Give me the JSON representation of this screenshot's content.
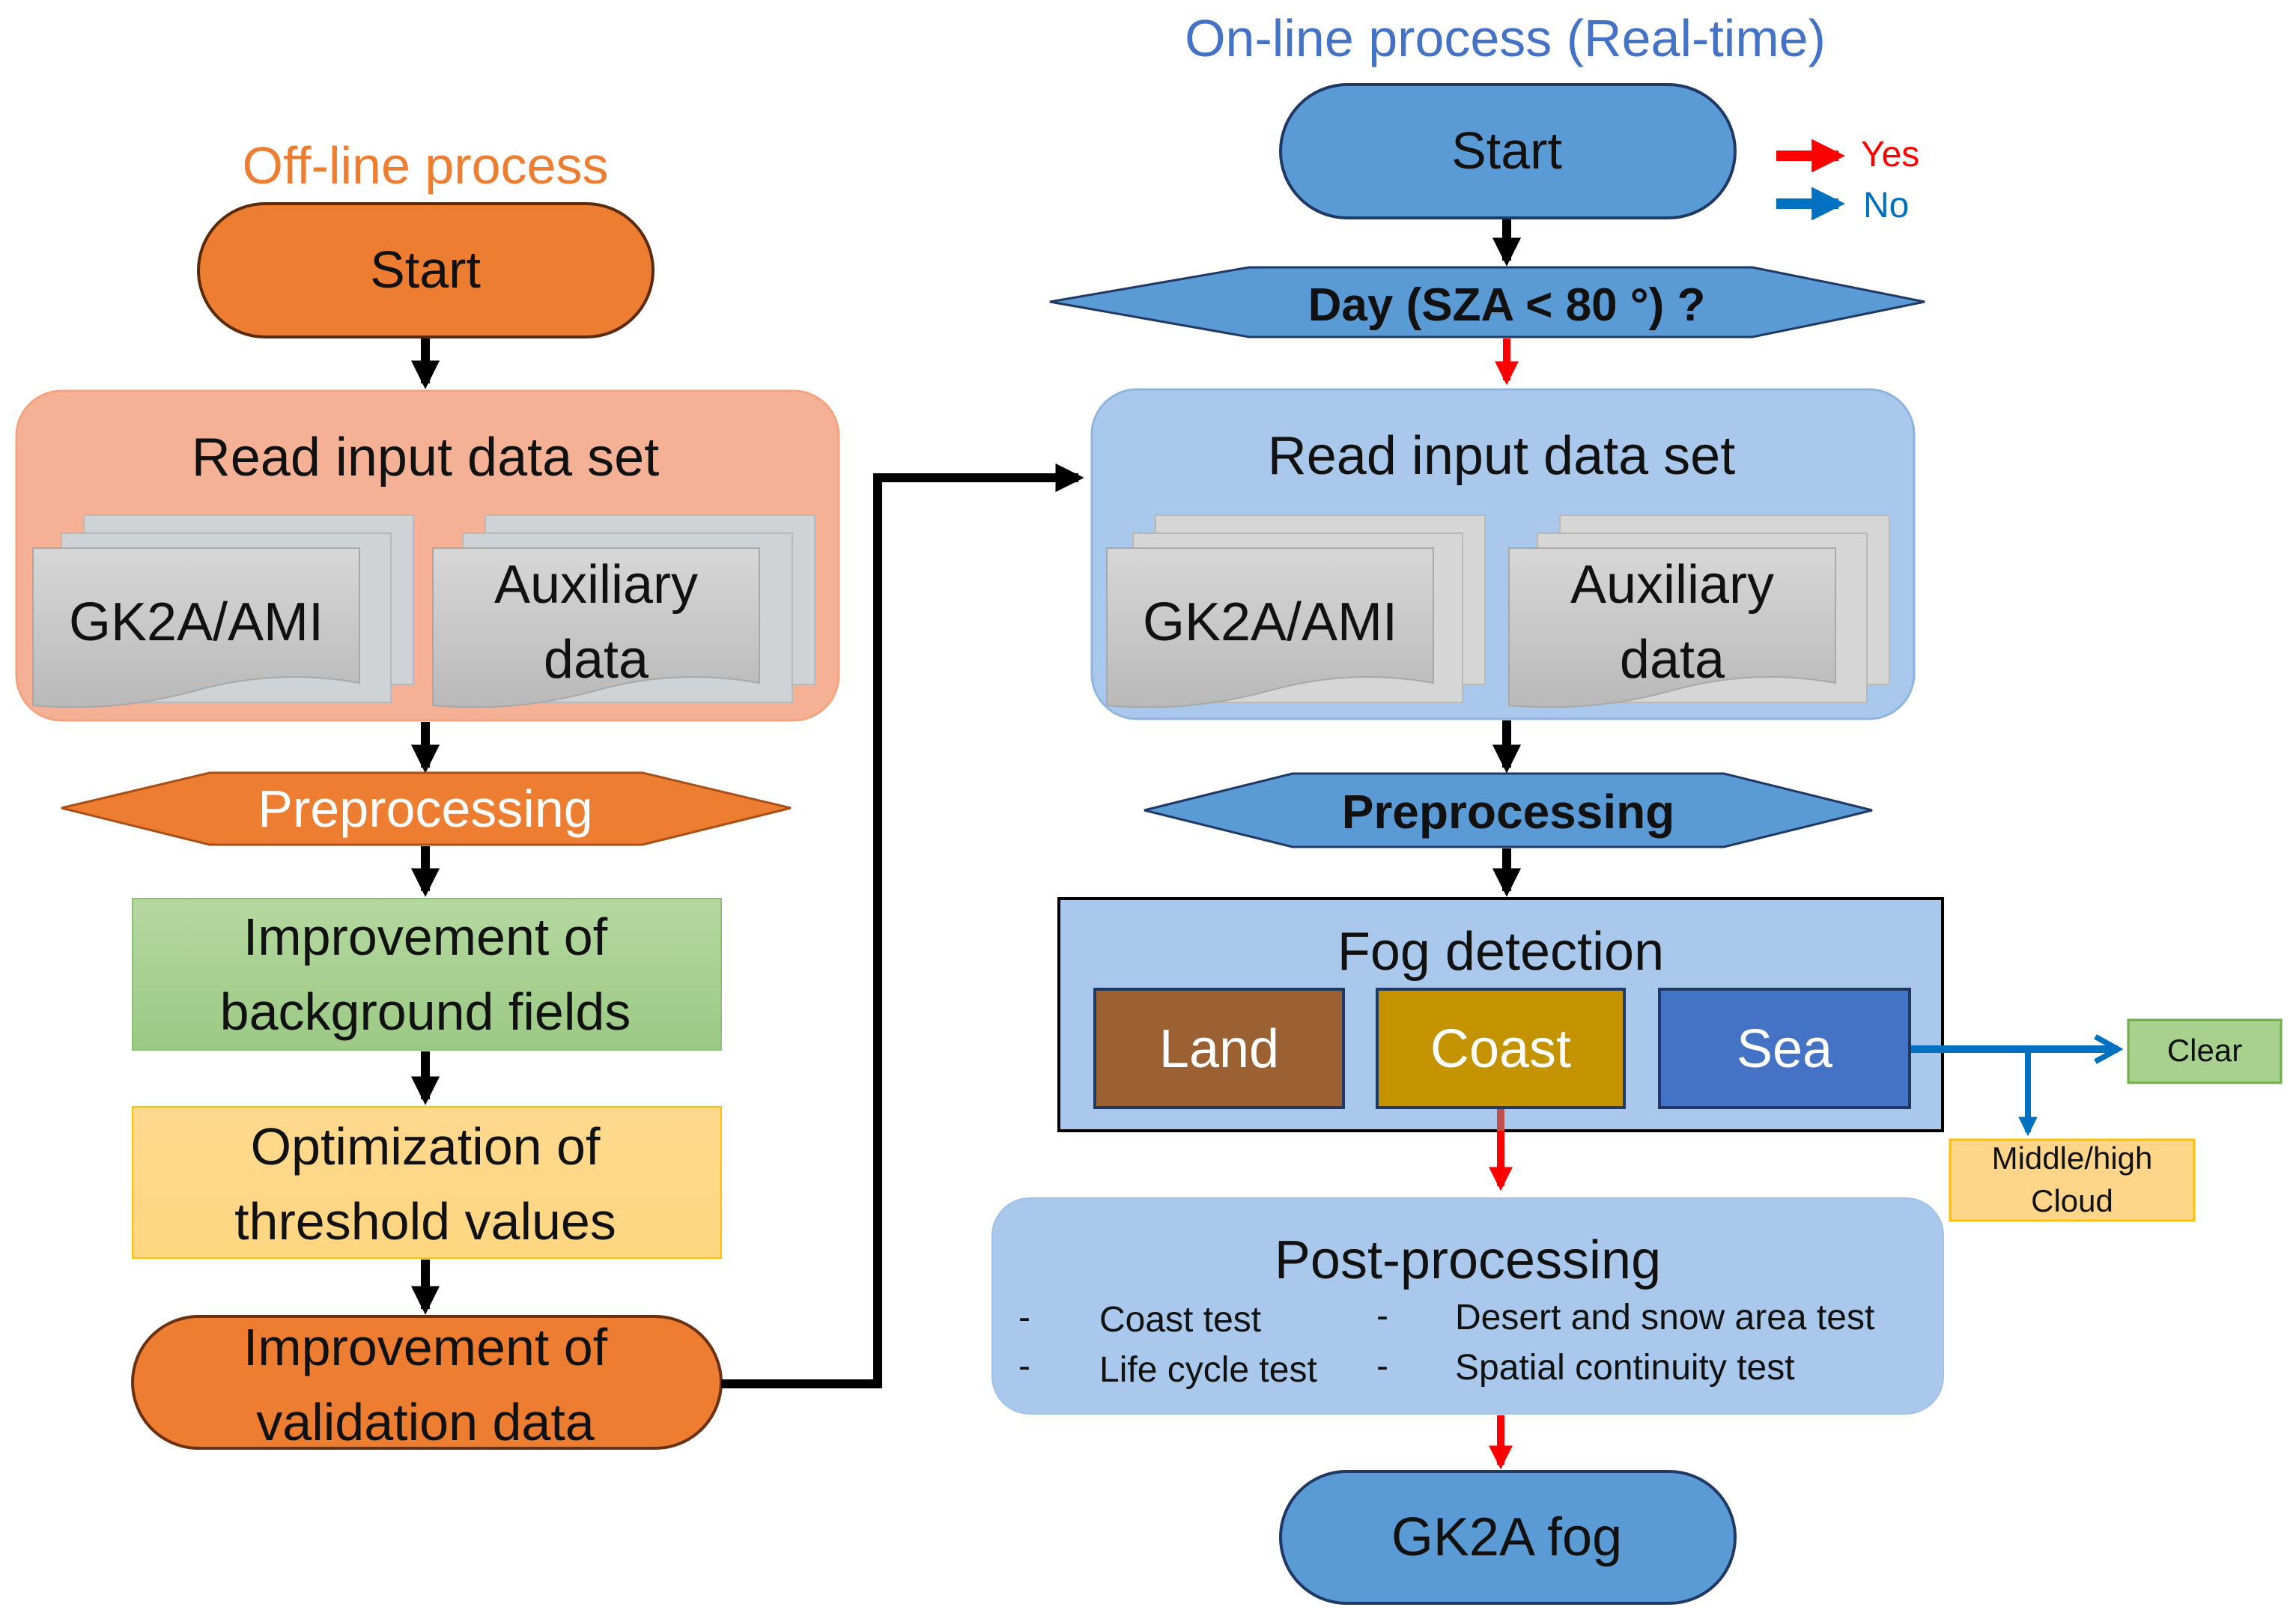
{
  "colors": {
    "offline_title": "#ED7D31",
    "online_title": "#4472C4",
    "orange_fill": "#ED7D31",
    "orange_stroke": "#843C0C",
    "salmon_panel": "#F4B196",
    "blue_fill": "#5B9BD5",
    "blue_stroke": "#1F3864",
    "light_blue_panel": "#A9C8EC",
    "green_box": "#A9D18E",
    "yellow_box": "#FFD58A",
    "land": "#9B6132",
    "coast": "#C49300",
    "sea": "#4472C4",
    "yes_arrow": "#FF0000",
    "no_arrow": "#0070C0"
  },
  "offline": {
    "title": "Off-line process",
    "start": "Start",
    "read_input": "Read input data set",
    "doc_gk2a": "GK2A/AMI",
    "doc_aux_line1": "Auxiliary",
    "doc_aux_line2": "data",
    "preprocessing": "Preprocessing",
    "improve_bg_line1": "Improvement of",
    "improve_bg_line2": "background fields",
    "optimize_line1": "Optimization of",
    "optimize_line2": "threshold values",
    "improve_val_line1": "Improvement of",
    "improve_val_line2": "validation data"
  },
  "online": {
    "title": "On-line process (Real-time)",
    "start": "Start",
    "legend": {
      "yes": "Yes",
      "no": "No"
    },
    "day_check": "Day (SZA < 80 °) ?",
    "read_input": "Read input data set",
    "doc_gk2a": "GK2A/AMI",
    "doc_aux_line1": "Auxiliary",
    "doc_aux_line2": "data",
    "preprocessing": "Preprocessing",
    "fog_detection": "Fog detection",
    "land": "Land",
    "coast": "Coast",
    "sea": "Sea",
    "clear": "Clear",
    "midhigh_line1": "Middle/high",
    "midhigh_line2": "Cloud",
    "post_processing": "Post-processing",
    "post_tests": {
      "bullet": "-",
      "coast_test": "Coast test",
      "life_cycle_test": "Life cycle test",
      "desert_snow_test": "Desert and snow area test",
      "spatial_test": "Spatial continuity test"
    },
    "output": "GK2A fog"
  }
}
